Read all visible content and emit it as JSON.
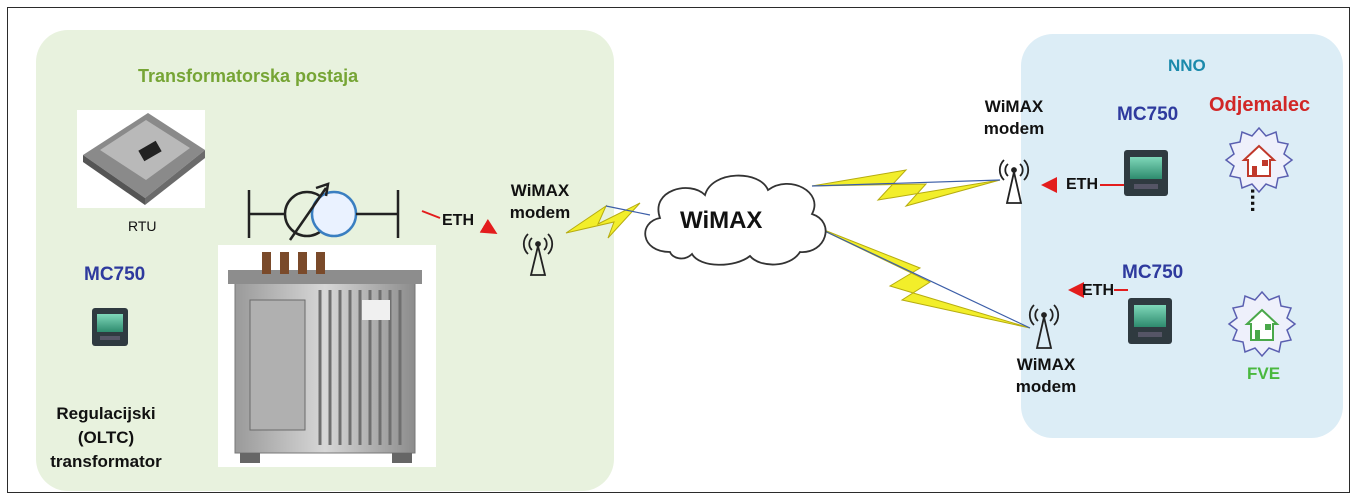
{
  "diagram": {
    "substation": {
      "title": "Transformatorska postaja",
      "rtu_label": "RTU",
      "meter_label": "MC750",
      "transformer_label_1": "Regulacijski",
      "transformer_label_2": "(OLTC)",
      "transformer_label_3": "transformator",
      "eth_label": "ETH",
      "modem_label_1": "WiMAX",
      "modem_label_2": "modem"
    },
    "network": {
      "cloud_label": "WiMAX"
    },
    "lv_network": {
      "title": "NNO",
      "consumer_label": "Odjemalec",
      "pv_label": "FVE",
      "top_modem_label_1": "WiMAX",
      "top_modem_label_2": "modem",
      "top_meter_label": "MC750",
      "top_eth_label": "ETH",
      "bottom_modem_label_1": "WiMAX",
      "bottom_modem_label_2": "modem",
      "bottom_meter_label": "MC750",
      "bottom_eth_label": "ETH",
      "ellipsis": "...."
    }
  },
  "colors": {
    "substation_bg": "#e8f2de",
    "lv_bg": "#dcedf6",
    "lightning": "#f2ee2a",
    "eth_arrow": "#e31d1d"
  },
  "icons": [
    "rtu-device",
    "transformer-symbol",
    "transformer-photo",
    "meter-device",
    "antenna-icon",
    "cloud",
    "lightning-link",
    "house-icon"
  ]
}
